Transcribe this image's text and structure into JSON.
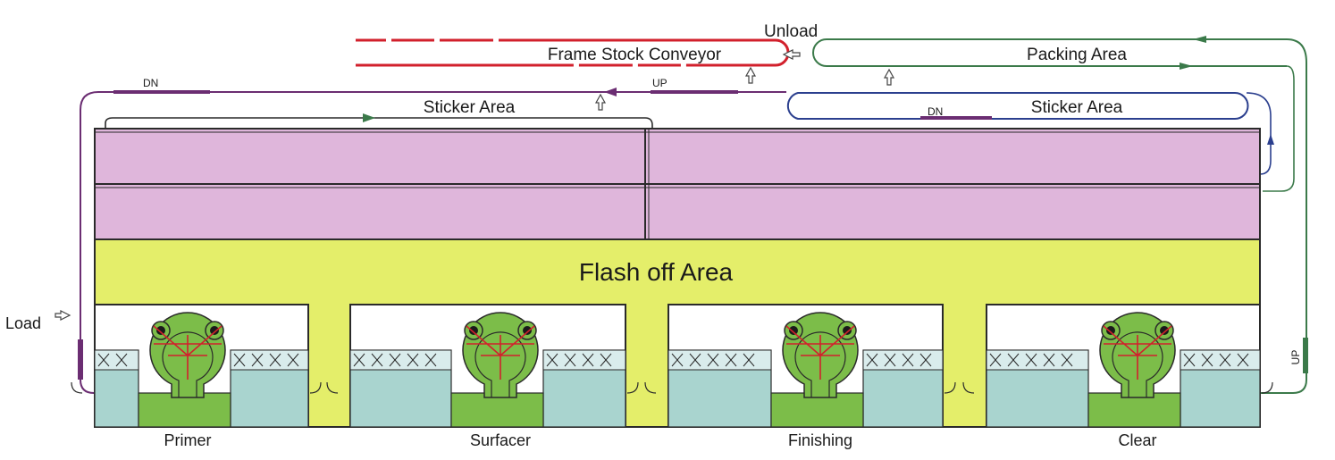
{
  "labels": {
    "unload": "Unload",
    "frame_stock_conveyor": "Frame Stock Conveyor",
    "packing_area": "Packing Area",
    "sticker_area_left": "Sticker Area",
    "sticker_area_right": "Sticker Area",
    "up_top": "UP",
    "dn_left": "DN",
    "dn_right": "DN",
    "up_right": "UP",
    "load": "Load",
    "flash_off_area": "Flash off Area"
  },
  "booths": [
    {
      "label": "Primer"
    },
    {
      "label": "Surfacer"
    },
    {
      "label": "Finishing"
    },
    {
      "label": "Clear"
    }
  ],
  "colors": {
    "oven": "#dfb6db",
    "flash_off": "#e4ee6a",
    "booth_body": "#a9d4cf",
    "booth_robot": "#7cbd49",
    "conveyor_red": "#d2202c",
    "loop_purple": "#6b2d72",
    "loop_green": "#3b7a4a",
    "loop_blue": "#2b3f8e",
    "outline": "#2a2a2a"
  }
}
